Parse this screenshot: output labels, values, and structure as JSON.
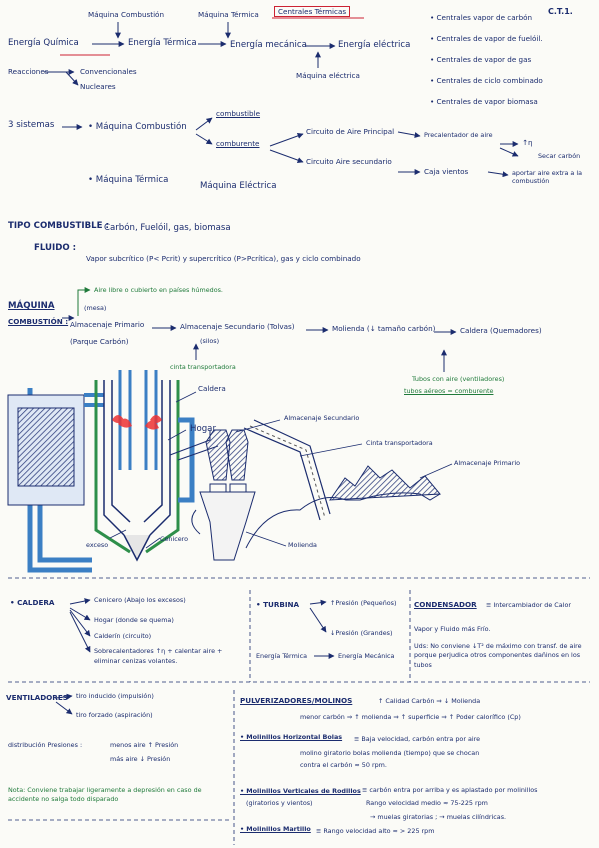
{
  "header": {
    "code": "C.T.1.",
    "title_box": "Centrales Térmicas"
  },
  "chain": {
    "qc": "Energía Química",
    "et": "Energía Térmica",
    "em": "Energía mecánica",
    "ee": "Energía eléctrica",
    "mc_above": "Máquina Combustión",
    "mt_above": "Máquina Térmica",
    "me_below": "Máquina eléctrica",
    "reactions": "Reacciones",
    "conv": "Convencionales",
    "nuc": "Nucleares"
  },
  "types": [
    "• Centrales vapor de carbón",
    "• Centrales de vapor de fuelóil.",
    "• Centrales de vapor de gas",
    "• Centrales de ciclo combinado",
    "• Centrales de vapor biomasa"
  ],
  "sistemas": {
    "label": "3 sistemas",
    "mc": "• Máquina Combustión",
    "combustible": "combustible",
    "comburente": "comburente",
    "aire_principal": "Circuito de Aire Principal",
    "precalentador": "Precalentador de aire",
    "up_n": "↑η",
    "secar": "Secar carbón",
    "aire_secundario": "Circuito Aire secundario",
    "caja_vientos": "Caja vientos",
    "aporte": "aportar aire extra a la combustión",
    "mt": "• Máquina Térmica",
    "me": "Máquina Eléctrica"
  },
  "tipo_comb": {
    "label": "TIPO COMBUSTIBLE :",
    "values": "Carbón, Fuelóil, gas, biomasa"
  },
  "fluido": {
    "label": "FLUIDO :",
    "values": "Vapor subcrítico (P< Pcrit) y supercrítico (P>Pcrítica), gas y ciclo combinado"
  },
  "maquina": {
    "label1": "MÁQUINA",
    "label2": "COMBUSTIÓN :",
    "note": "Aire libre o cubierto en países húmedos.",
    "mesa": "(mesa)",
    "alm1": "Almacenaje Primario",
    "parque": "(Parque Carbón)",
    "alm2": "Almacenaje Secundario (Tolvas)",
    "silos": "(silos)",
    "molienda": "Molienda (↓ tamaño carbón)",
    "caldera": "Caldera (Quemadores)",
    "cinta": "cinta transportadora",
    "tubos1": "Tubos con aire (ventiladores)",
    "tubos2": "tubos aéreos = comburente"
  },
  "diagram": {
    "caldera": "Caldera",
    "hogar": "Hogar",
    "alm_sec": "Almacenaje Secundario",
    "cinta": "Cinta transportadora",
    "alm_prim": "Almacenaje Primario",
    "cenicero": "Cenicero",
    "exceso": "exceso",
    "molienda": "Molienda"
  },
  "caldera_sec": {
    "title": "• CALDERA",
    "l1": "Cenicero (Abajo los excesos)",
    "l2": "Hogar (donde se quema)",
    "l3": "Calderín (circuito)",
    "l4": "Sobrecalentadores ↑η + calentar aire + eliminar cenizas volantes."
  },
  "turbina": {
    "title": "• TURBINA",
    "up": "↑Presión (Pequeños)",
    "down": "↓Presión (Grandes)",
    "et": "Energía Térmica",
    "em": "Energía Mecánica"
  },
  "condensador": {
    "title": "CONDENSADOR",
    "def": "≡ Intercambiador de Calor",
    "vapor": "Vapor y Fluido más Frío.",
    "uds": "Uds: No conviene ↓T² de máximo con transf. de aire porque perjudica otros componentes dañinos en los tubos"
  },
  "vent": {
    "title": "VENTILADORES",
    "ti": "tiro inducido (impulsión)",
    "tf": "tiro forzado (aspiración)",
    "dist": "distribución Presiones :",
    "menos": "menos aire ↑ Presión",
    "mas": "más aire ↓ Presión",
    "nota": "Nota: Conviene trabajar ligeramente a depresión en caso de accidente no salga todo disparado"
  },
  "pulv": {
    "title": "PULVERIZADORES/MOLINOS",
    "l1": "↑ Calidad Carbón ⇒ ↓ Molienda",
    "l2": "menor carbón ⇒ ↑ molienda ⇒ ↑ superficie ⇒ ↑ Poder calorífico (Cp)",
    "bolas": "• Molinillos Horizontal Bolas",
    "bolas_d1": "≡ Baja velocidad, carbón entra por aire",
    "bolas_d2": "molino giratorio bolas molienda (tiempo) que se chocan",
    "bolas_d3": "contra el carbón ≈ 50 rpm.",
    "vert": "• Molinillos Verticales de Rodillos",
    "vert_sub": "(giratorios y vientos)",
    "vert_d1": "≡ carbón entra por arriba y es aplastado por molinillos",
    "vert_d2": "Rango velocidad medio ≈ 75-225 rpm",
    "vert_d3": "→ muelas giratorias ; → muelas cilíndricas.",
    "mart": "• Molinillos Martillo",
    "mart_d": "≡ Rango velocidad alto ≈ > 225 rpm"
  }
}
